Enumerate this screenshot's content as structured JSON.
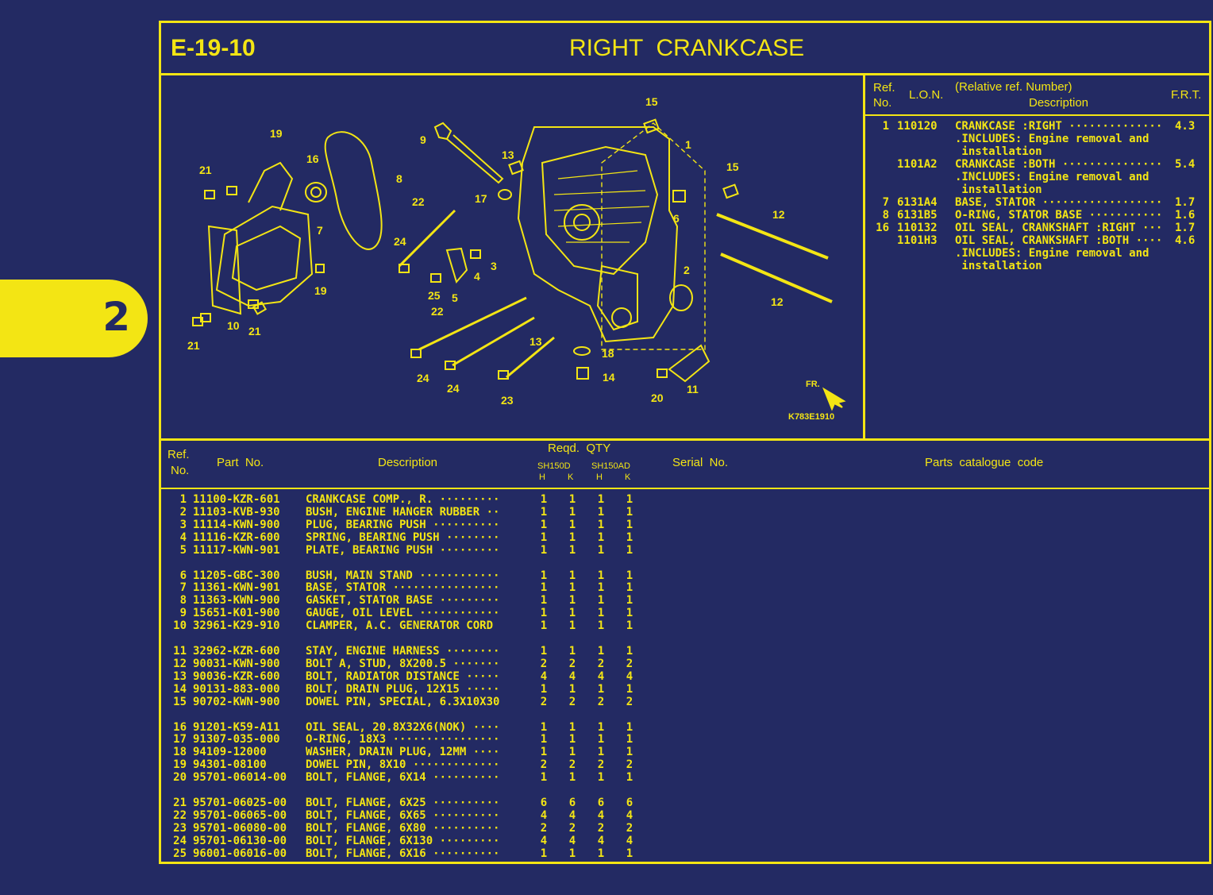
{
  "section_tab": "2",
  "header": {
    "code": "E-19-10",
    "title": "RIGHT  CRANKCASE"
  },
  "diagram": {
    "figure_code": "K783E1910",
    "callouts": [
      "15",
      "1",
      "9",
      "13",
      "19",
      "21",
      "16",
      "8",
      "15",
      "6",
      "12",
      "17",
      "22",
      "24",
      "7",
      "3",
      "4",
      "5",
      "12",
      "2",
      "19",
      "25",
      "22",
      "10",
      "21",
      "21",
      "13",
      "18",
      "14",
      "24",
      "24",
      "23",
      "20",
      "11"
    ],
    "direction_label": "FR."
  },
  "lon_table": {
    "headers": {
      "ref": "Ref.\nNo.",
      "lon": "L.O.N.",
      "desc_top": "(Relative ref. Number)",
      "desc": "Description",
      "frt": "F.R.T."
    },
    "rows": [
      {
        "ref": "1",
        "lon": "110120",
        "desc": "CRANKCASE :RIGHT ··············",
        "frt": "4.3"
      },
      {
        "ref": "",
        "lon": "",
        "desc": ".INCLUDES: Engine removal and",
        "frt": ""
      },
      {
        "ref": "",
        "lon": "",
        "desc": " installation",
        "frt": ""
      },
      {
        "ref": "",
        "lon": "1101A2",
        "desc": "CRANKCASE :BOTH ···············",
        "frt": "5.4"
      },
      {
        "ref": "",
        "lon": "",
        "desc": ".INCLUDES: Engine removal and",
        "frt": ""
      },
      {
        "ref": "",
        "lon": "",
        "desc": " installation",
        "frt": ""
      },
      {
        "ref": "7",
        "lon": "6131A4",
        "desc": "BASE, STATOR ··················",
        "frt": "1.7"
      },
      {
        "ref": "8",
        "lon": "6131B5",
        "desc": "O-RING, STATOR BASE ···········",
        "frt": "1.6"
      },
      {
        "ref": "16",
        "lon": "110132",
        "desc": "OIL SEAL, CRANKSHAFT :RIGHT ···",
        "frt": "1.7"
      },
      {
        "ref": "",
        "lon": "1101H3",
        "desc": "OIL SEAL, CRANKSHAFT :BOTH ····",
        "frt": "4.6"
      },
      {
        "ref": "",
        "lon": "",
        "desc": ".INCLUDES: Engine removal and",
        "frt": ""
      },
      {
        "ref": "",
        "lon": "",
        "desc": " installation",
        "frt": ""
      }
    ]
  },
  "parts_header": {
    "ref": "Ref.",
    "ref2": "No.",
    "part_no": "Part  No.",
    "description": "Description",
    "reqd_qty": "Reqd.  QTY",
    "model1": "SH150D",
    "model2": "SH150AD",
    "h": "H",
    "k": "K",
    "serial": "Serial  No.",
    "catalogue": "Parts  catalogue  code"
  },
  "parts": [
    {
      "ref": "1",
      "part": "11100-KZR-601",
      "desc": "CRANKCASE COMP., R. ·········",
      "q": [
        "1",
        "1",
        "1",
        "1"
      ]
    },
    {
      "ref": "2",
      "part": "11103-KVB-930",
      "desc": "BUSH, ENGINE HANGER RUBBER ··",
      "q": [
        "1",
        "1",
        "1",
        "1"
      ]
    },
    {
      "ref": "3",
      "part": "11114-KWN-900",
      "desc": "PLUG, BEARING PUSH ··········",
      "q": [
        "1",
        "1",
        "1",
        "1"
      ]
    },
    {
      "ref": "4",
      "part": "11116-KZR-600",
      "desc": "SPRING, BEARING PUSH ········",
      "q": [
        "1",
        "1",
        "1",
        "1"
      ]
    },
    {
      "ref": "5",
      "part": "11117-KWN-901",
      "desc": "PLATE, BEARING PUSH ·········",
      "q": [
        "1",
        "1",
        "1",
        "1"
      ]
    },
    {
      "ref": "6",
      "part": "11205-GBC-300",
      "desc": "BUSH, MAIN STAND ············",
      "q": [
        "1",
        "1",
        "1",
        "1"
      ]
    },
    {
      "ref": "7",
      "part": "11361-KWN-901",
      "desc": "BASE, STATOR ················",
      "q": [
        "1",
        "1",
        "1",
        "1"
      ]
    },
    {
      "ref": "8",
      "part": "11363-KWN-900",
      "desc": "GASKET, STATOR BASE ·········",
      "q": [
        "1",
        "1",
        "1",
        "1"
      ]
    },
    {
      "ref": "9",
      "part": "15651-K01-900",
      "desc": "GAUGE, OIL LEVEL ············",
      "q": [
        "1",
        "1",
        "1",
        "1"
      ]
    },
    {
      "ref": "10",
      "part": "32961-K29-910",
      "desc": "CLAMPER, A.C. GENERATOR CORD",
      "q": [
        "1",
        "1",
        "1",
        "1"
      ]
    },
    {
      "ref": "11",
      "part": "32962-KZR-600",
      "desc": "STAY, ENGINE HARNESS ········",
      "q": [
        "1",
        "1",
        "1",
        "1"
      ]
    },
    {
      "ref": "12",
      "part": "90031-KWN-900",
      "desc": "BOLT A, STUD, 8X200.5 ·······",
      "q": [
        "2",
        "2",
        "2",
        "2"
      ]
    },
    {
      "ref": "13",
      "part": "90036-KZR-600",
      "desc": "BOLT, RADIATOR DISTANCE ·····",
      "q": [
        "4",
        "4",
        "4",
        "4"
      ]
    },
    {
      "ref": "14",
      "part": "90131-883-000",
      "desc": "BOLT, DRAIN PLUG, 12X15 ·····",
      "q": [
        "1",
        "1",
        "1",
        "1"
      ]
    },
    {
      "ref": "15",
      "part": "90702-KWN-900",
      "desc": "DOWEL PIN, SPECIAL, 6.3X10X30",
      "q": [
        "2",
        "2",
        "2",
        "2"
      ]
    },
    {
      "ref": "16",
      "part": "91201-K59-A11",
      "desc": "OIL SEAL, 20.8X32X6(NOK) ····",
      "q": [
        "1",
        "1",
        "1",
        "1"
      ]
    },
    {
      "ref": "17",
      "part": "91307-035-000",
      "desc": "O-RING, 18X3 ················",
      "q": [
        "1",
        "1",
        "1",
        "1"
      ]
    },
    {
      "ref": "18",
      "part": "94109-12000",
      "desc": "WASHER, DRAIN PLUG, 12MM ····",
      "q": [
        "1",
        "1",
        "1",
        "1"
      ]
    },
    {
      "ref": "19",
      "part": "94301-08100",
      "desc": "DOWEL PIN, 8X10 ·············",
      "q": [
        "2",
        "2",
        "2",
        "2"
      ]
    },
    {
      "ref": "20",
      "part": "95701-06014-00",
      "desc": "BOLT, FLANGE, 6X14 ··········",
      "q": [
        "1",
        "1",
        "1",
        "1"
      ]
    },
    {
      "ref": "21",
      "part": "95701-06025-00",
      "desc": "BOLT, FLANGE, 6X25 ··········",
      "q": [
        "6",
        "6",
        "6",
        "6"
      ]
    },
    {
      "ref": "22",
      "part": "95701-06065-00",
      "desc": "BOLT, FLANGE, 6X65 ··········",
      "q": [
        "4",
        "4",
        "4",
        "4"
      ]
    },
    {
      "ref": "23",
      "part": "95701-06080-00",
      "desc": "BOLT, FLANGE, 6X80 ··········",
      "q": [
        "2",
        "2",
        "2",
        "2"
      ]
    },
    {
      "ref": "24",
      "part": "95701-06130-00",
      "desc": "BOLT, FLANGE, 6X130 ·········",
      "q": [
        "4",
        "4",
        "4",
        "4"
      ]
    },
    {
      "ref": "25",
      "part": "96001-06016-00",
      "desc": "BOLT, FLANGE, 6X16 ··········",
      "q": [
        "1",
        "1",
        "1",
        "1"
      ]
    }
  ],
  "colors": {
    "background": "#232a63",
    "accent": "#f3e514"
  }
}
